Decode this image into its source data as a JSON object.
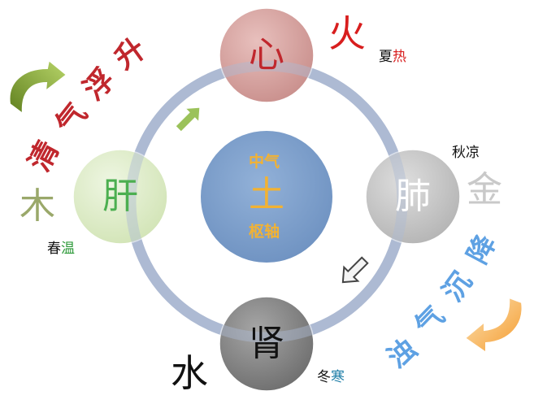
{
  "center": {
    "top": "中气",
    "main": "土",
    "bottom": "枢轴"
  },
  "organs": {
    "top": "心",
    "right": "肺",
    "bottom": "肾",
    "left": "肝"
  },
  "elements": {
    "fire": "火",
    "metal": "金",
    "water": "水",
    "wood": "木"
  },
  "seasons": {
    "summer": [
      "夏",
      "热"
    ],
    "autumn": [
      "秋",
      "凉"
    ],
    "winter": [
      "冬",
      "寒"
    ],
    "spring": [
      "春",
      "温"
    ]
  },
  "arcs": {
    "rising": [
      "清",
      "气",
      "浮",
      "升"
    ],
    "sinking": [
      "浊",
      "气",
      "沉",
      "降"
    ]
  },
  "colors": {
    "ring": "#aebad3",
    "center_fill": "#7fa1cc",
    "center_text": "#f2b233",
    "heart_fill": "#d9a6a4",
    "lung_fill": "#c8c8c8",
    "kidney_fill": "#8c8c8c",
    "liver_fill": "#e3efcf",
    "rising_text": "#c0272d",
    "sinking_text": "#5ea1e3",
    "wood_text": "#9aa86a",
    "metal_text": "#c9c9c9"
  },
  "icons": [
    "up-right-arrow-icon",
    "down-left-arrow-icon",
    "curved-up-arrow-icon",
    "curved-down-arrow-icon"
  ]
}
